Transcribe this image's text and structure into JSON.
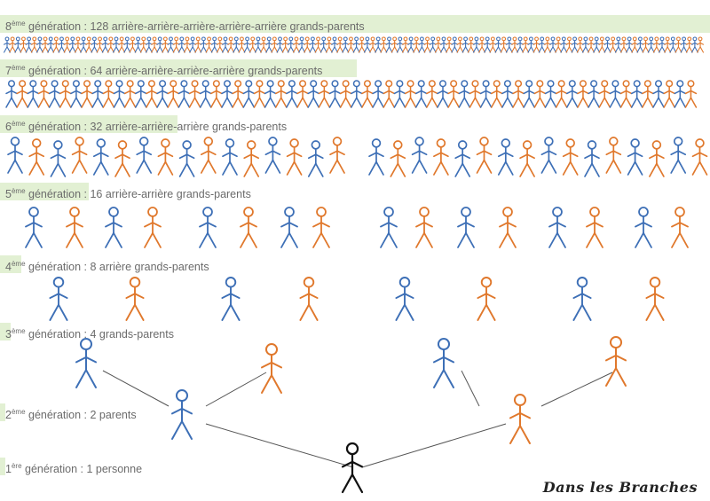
{
  "colors": {
    "male": "#3d6fb6",
    "female": "#e0782c",
    "self": "#111111",
    "link": "#555555",
    "band": "#e2f0d3"
  },
  "generations": [
    {
      "num": "8",
      "sup": "ème",
      "text": " génération : 128 arrière-arrière-arrière-arrière-arrière grands-parents",
      "count": 128
    },
    {
      "num": "7",
      "sup": "ème",
      "text": " génération : 64 arrière-arrière-arrière-arrière grands-parents",
      "count": 64
    },
    {
      "num": "6",
      "sup": "ème",
      "text": " génération : 32 arrière-arrière-arrière grands-parents",
      "count": 32
    },
    {
      "num": "5",
      "sup": "ème",
      "text": " génération  : 16 arrière-arrière grands-parents",
      "count": 16
    },
    {
      "num": "4",
      "sup": "ème",
      "text": " génération : 8 arrière grands-parents",
      "count": 8
    },
    {
      "num": "3",
      "sup": "ème",
      "text": " génération : 4 grands-parents",
      "count": 4
    },
    {
      "num": "2",
      "sup": "ème",
      "text": " génération : 2 parents",
      "count": 2
    },
    {
      "num": "1",
      "sup": "ère",
      "text": " génération : 1 personne",
      "count": 1
    }
  ],
  "brand": "Dans les Branches"
}
